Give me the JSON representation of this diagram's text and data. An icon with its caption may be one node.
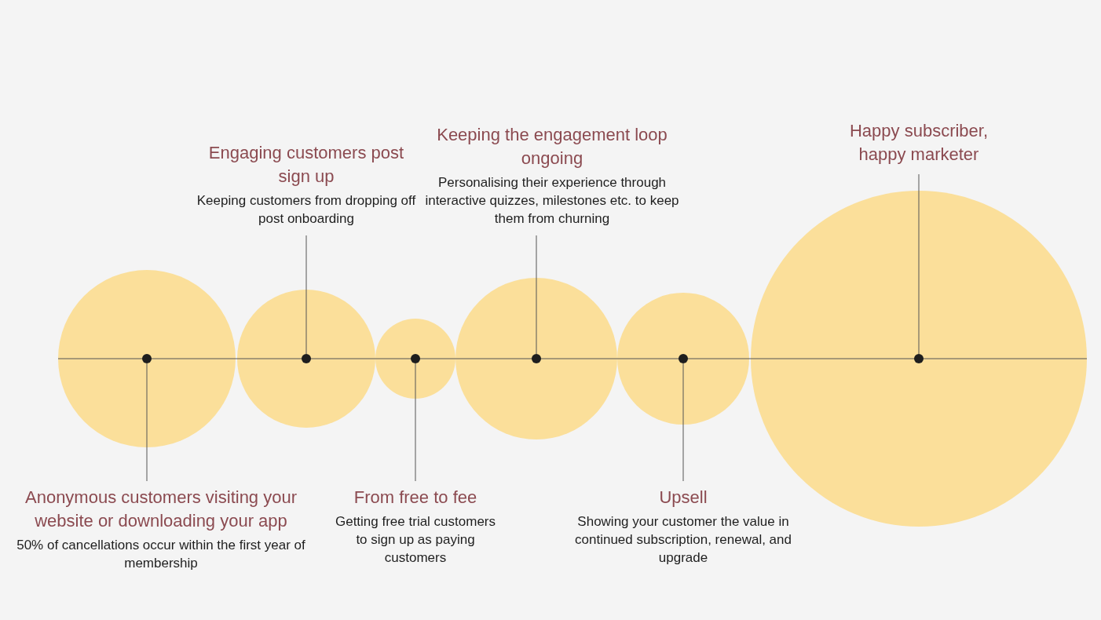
{
  "diagram": {
    "nodes": [
      {
        "text": [],
        "shape": "circle"
      },
      {
        "text": [],
        "shape": "circle",
        "in": 0
      },
      {
        "text": [
          "Anonymous customers visiting your website or downloading your app",
          "50% of cancellations occur within the first year of membership"
        ]
      },
      {
        "text": [],
        "shape": "circle"
      },
      {
        "text": [],
        "shape": "circle",
        "in": 3
      },
      {
        "text": [
          "Engaging customers post sign up",
          "Keeping customers from dropping off post onboarding"
        ]
      },
      {
        "text": [],
        "shape": "circle"
      },
      {
        "text": [],
        "shape": "circle",
        "in": 6
      },
      {
        "text": [
          "From free to fee",
          "Getting free trial customers to sign up as paying customers"
        ]
      },
      {
        "text": [],
        "shape": "circle"
      },
      {
        "text": [],
        "shape": "circle",
        "in": 9
      },
      {
        "text": [
          "Keeping the engagement loop ongoing",
          "Personalising their experience through interactive quizzes, milestones etc. to keep them from churning"
        ]
      },
      {
        "text": [],
        "shape": "circle"
      },
      {
        "text": [],
        "shape": "circle",
        "in": 12
      },
      {
        "text": [
          "Upsell",
          "Showing your customer the value in continued subscription, renewal, and upgrade"
        ]
      },
      {
        "text": [],
        "shape": "circle"
      },
      {
        "text": [],
        "shape": "circle",
        "in": 15
      },
      {
        "text": [
          "Happy subscriber, happy marketer"
        ]
      }
    ],
    "edges": [
      {
        "from": 2,
        "to": 1,
        "arrow": "none"
      },
      {
        "from": 5,
        "to": 4,
        "arrow": "none"
      },
      {
        "from": 8,
        "to": 7,
        "arrow": "none"
      },
      {
        "from": 11,
        "to": 10,
        "arrow": "none"
      },
      {
        "from": 14,
        "to": 13,
        "arrow": "none"
      },
      {
        "from": 17,
        "to": 16,
        "arrow": "none"
      }
    ]
  }
}
